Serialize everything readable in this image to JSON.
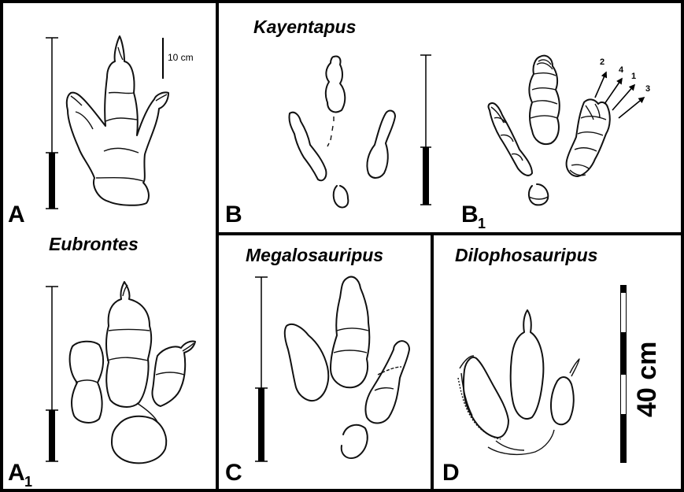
{
  "panels": {
    "a": {
      "letter": "A",
      "title": "Eubrontes"
    },
    "a1": {
      "letter": "A",
      "subscript": "1"
    },
    "b": {
      "letter": "B",
      "title": "Kayentapus"
    },
    "b1": {
      "letter": "B",
      "subscript": "1"
    },
    "c": {
      "letter": "C",
      "title": "Megalosauripus"
    },
    "d": {
      "letter": "D",
      "title": "Dilophosauripus"
    }
  },
  "scale_bars": {
    "small_label": "10 cm",
    "large_label": "40 cm"
  },
  "digit_arrows": [
    "2",
    "4",
    "1",
    "3"
  ],
  "colors": {
    "line": "#111111",
    "frame": "#000000",
    "background": "#ffffff"
  }
}
